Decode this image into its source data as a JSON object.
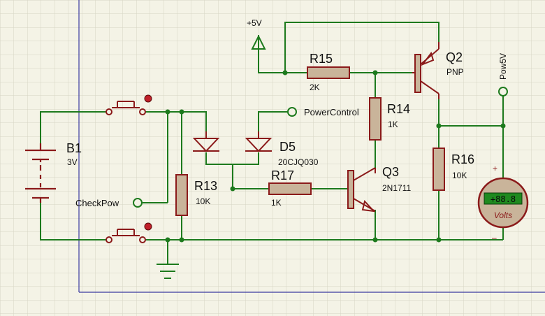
{
  "colors": {
    "background": "#f4f3e6",
    "grid": "#d6d4c4",
    "wire": "#1d7a1d",
    "component": "#8b1a1a",
    "component_fill": "#c9b49a",
    "frame": "#3a3aa0",
    "meter_display": "#1f8a1f"
  },
  "components": {
    "b1": {
      "ref": "B1",
      "value": "3V"
    },
    "r13": {
      "ref": "R13",
      "value": "10K"
    },
    "r14": {
      "ref": "R14",
      "value": "1K"
    },
    "r15": {
      "ref": "R15",
      "value": "2K"
    },
    "r16": {
      "ref": "R16",
      "value": "10K"
    },
    "r17": {
      "ref": "R17",
      "value": "1K"
    },
    "d5": {
      "ref": "D5",
      "value": "20CJQ030"
    },
    "q2": {
      "ref": "Q2",
      "value": "PNP"
    },
    "q3": {
      "ref": "Q3",
      "value": "2N1711"
    }
  },
  "power": {
    "label": "+5V"
  },
  "terminals": {
    "power_control": "PowerControl",
    "check_pow": "CheckPow",
    "pow5v": "Pow5V"
  },
  "voltmeter": {
    "reading": "+88.8",
    "unit": "Volts",
    "plus": "+",
    "minus": "–"
  }
}
